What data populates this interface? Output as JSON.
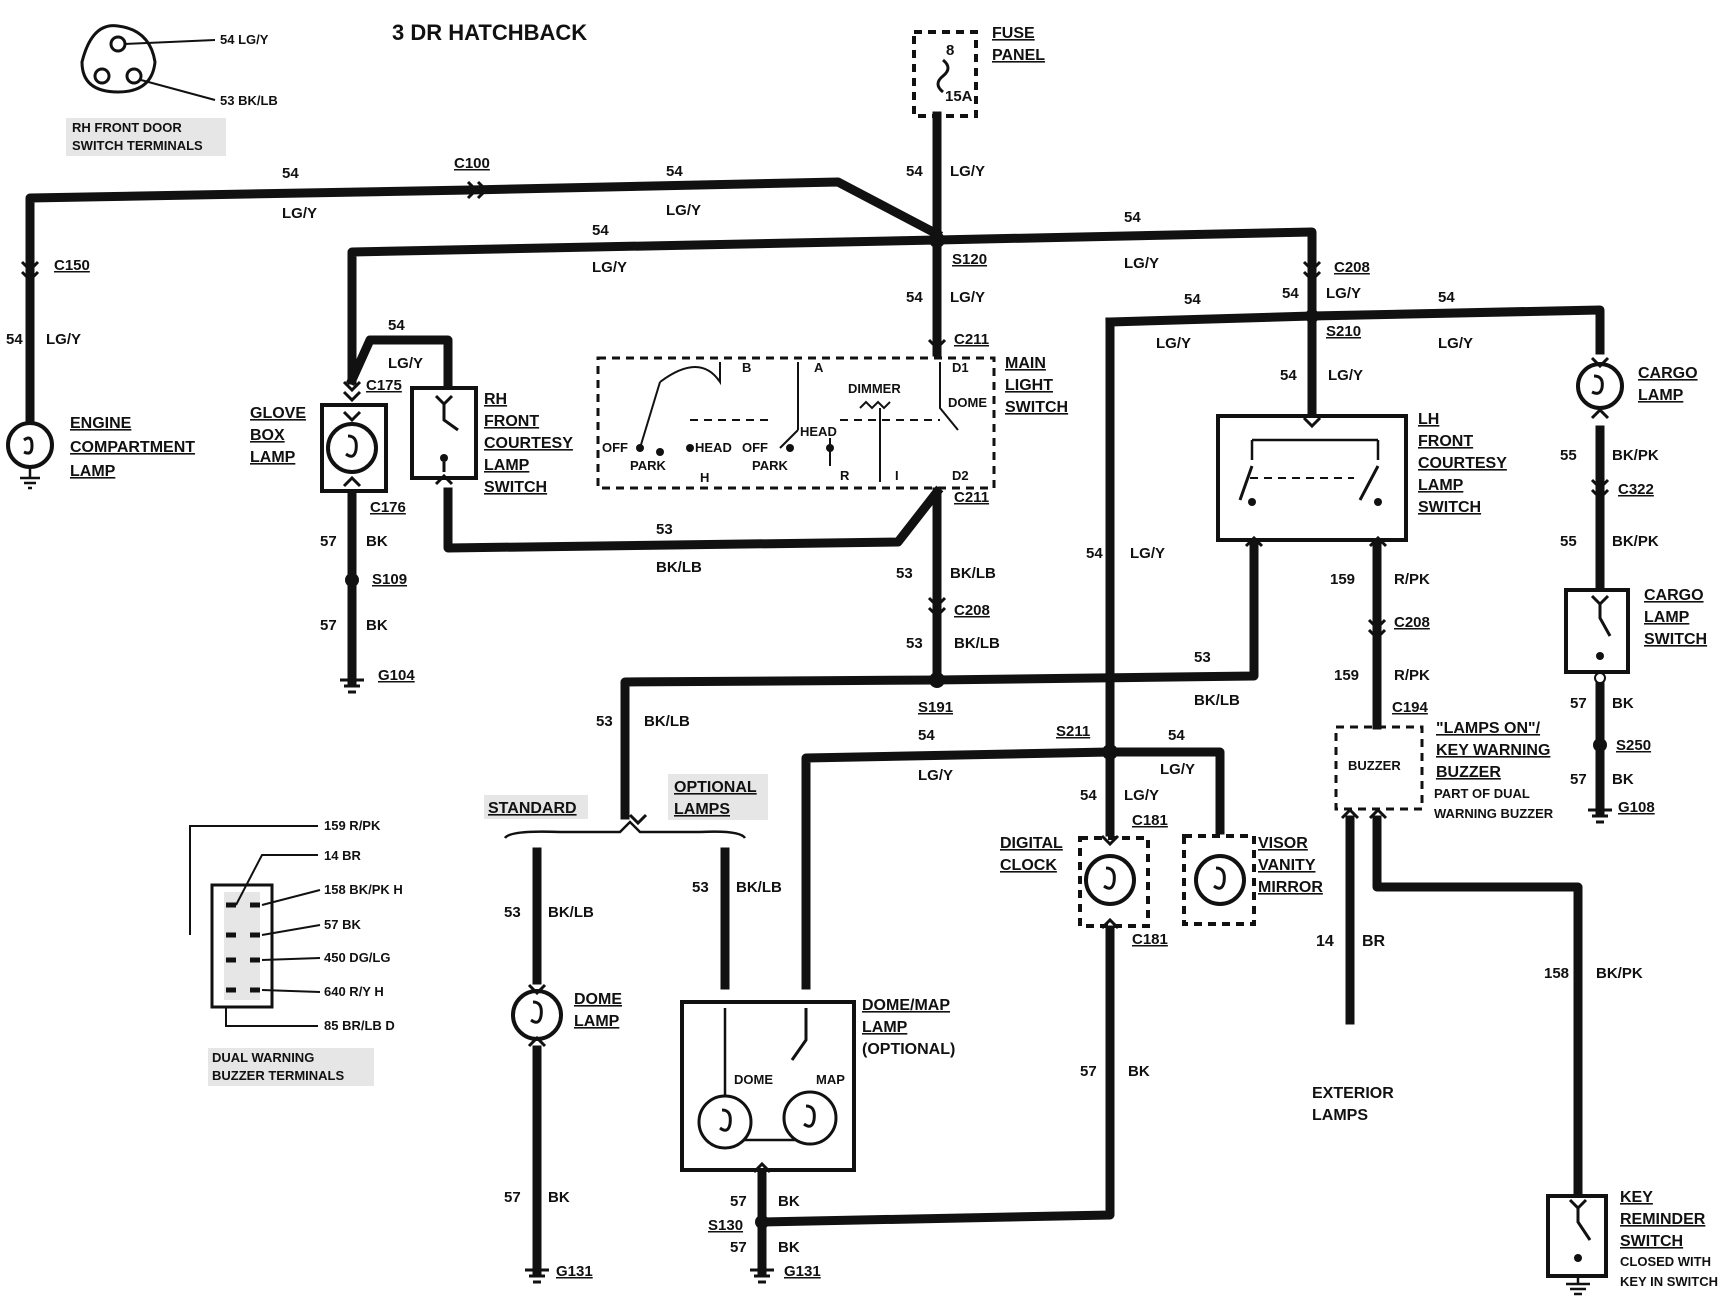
{
  "title": "3 DR HATCHBACK",
  "fuse_panel": {
    "label": "FUSE\nPANEL",
    "fuse_number": "8",
    "rating": "15A"
  },
  "rh_door_terminals": {
    "caption": "RH FRONT DOOR\nSWITCH TERMINALS",
    "pins": [
      "54 LG/Y",
      "53 BK/LB"
    ]
  },
  "dual_buzzer_terminals": {
    "caption": "DUAL WARNING\nBUZZER TERMINALS",
    "pins": [
      "159 R/PK",
      "14 BR",
      "158 BK/PK H",
      "57 BK",
      "450 DG/LG",
      "640 R/Y H",
      "85 BR/LB D"
    ]
  },
  "connectors": [
    "C100",
    "C150",
    "C175",
    "C176",
    "C181",
    "C194",
    "C208",
    "C211",
    "C322"
  ],
  "splices": [
    "S109",
    "S120",
    "S130",
    "S191",
    "S210",
    "S211",
    "S250"
  ],
  "grounds": [
    "G104",
    "G108",
    "G131"
  ],
  "components": {
    "engine_lamp": "ENGINE\nCOMPARTMENT\nLAMP",
    "glove_box_lamp": "GLOVE\nBOX\nLAMP",
    "rh_courtesy_switch": "RH\nFRONT\nCOURTESY\nLAMP\nSWITCH",
    "main_light_switch": "MAIN\nLIGHT\nSWITCH",
    "lh_courtesy_switch": "LH\nFRONT\nCOURTESY\nLAMP\nSWITCH",
    "cargo_lamp": "CARGO\nLAMP",
    "cargo_lamp_switch": "CARGO\nLAMP\nSWITCH",
    "buzzer": "BUZZER",
    "buzzer_label": "\"LAMPS ON\"/\nKEY WARNING\nBUZZER",
    "buzzer_note": "PART OF DUAL\nWARNING BUZZER",
    "digital_clock": "DIGITAL\nCLOCK",
    "visor_mirror": "VISOR\nVANITY\nMIRROR",
    "dome_lamp": "DOME\nLAMP",
    "dome_map_lamp": "DOME/MAP\nLAMP\n(OPTIONAL)",
    "dome_inner": "DOME",
    "map_inner": "MAP",
    "exterior_lamps": "EXTERIOR\nLAMPS",
    "key_reminder_switch": "KEY\nREMINDER\nSWITCH",
    "key_reminder_note": "CLOSED WITH\nKEY IN SWITCH",
    "standard": "STANDARD",
    "optional_lamps": "OPTIONAL\nLAMPS"
  },
  "main_switch_terminals": {
    "b": "B",
    "a": "A",
    "d1": "D1",
    "d2": "D2",
    "dimmer": "DIMMER",
    "dome": "DOME",
    "off1": "OFF",
    "park1": "PARK",
    "head1": "HEAD",
    "off2": "OFF",
    "park2": "PARK",
    "head2": "HEAD",
    "h": "H",
    "r": "R",
    "i": "I"
  },
  "wires": {
    "lgy": "LG/Y",
    "bklb": "BK/LB",
    "bk": "BK",
    "rpk": "R/PK",
    "bkpk": "BK/PK",
    "br": "BR",
    "c54": "54",
    "c53": "53",
    "c57": "57",
    "c55": "55",
    "c159": "159",
    "c158": "158",
    "c14": "14"
  }
}
